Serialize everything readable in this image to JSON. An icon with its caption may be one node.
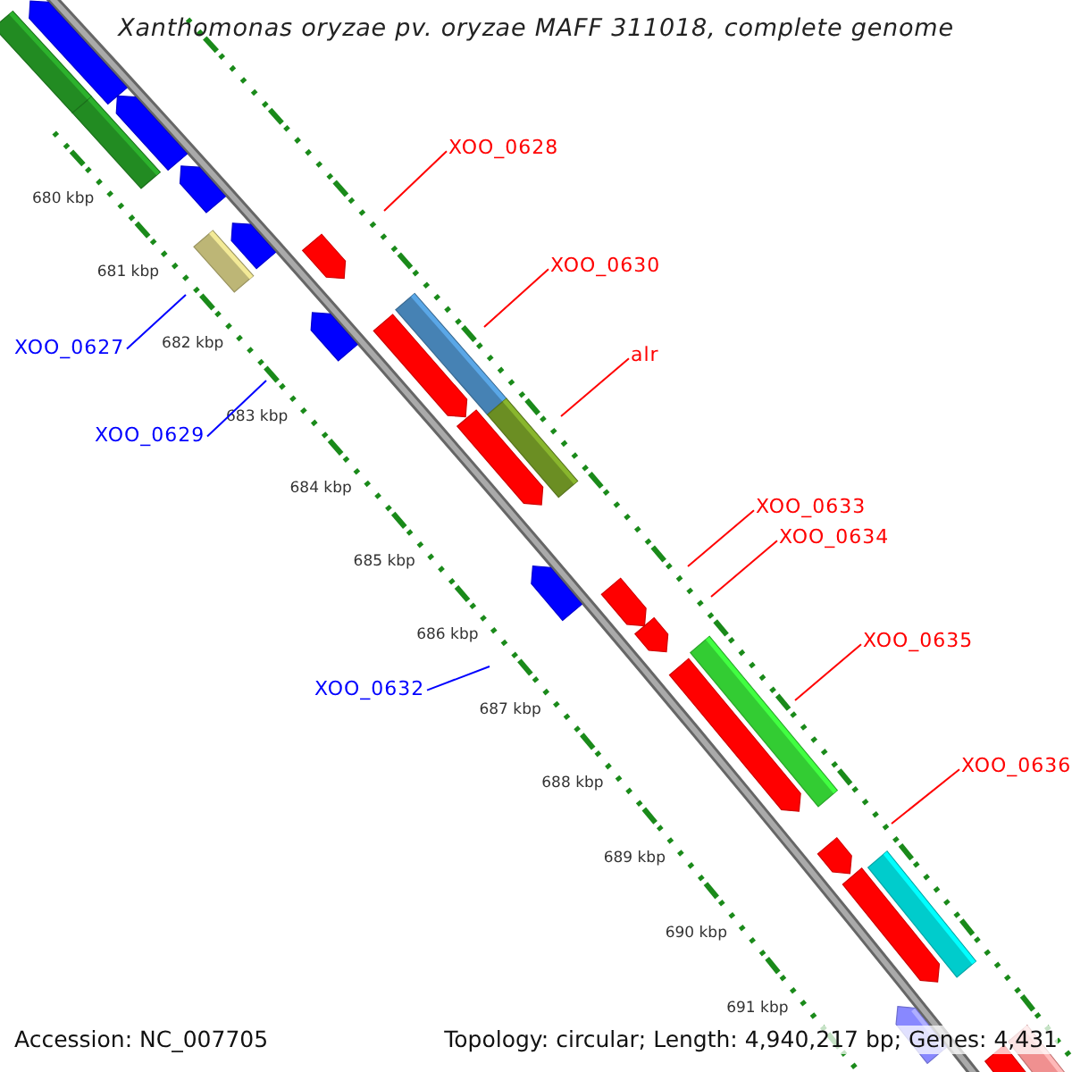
{
  "diagram": {
    "title": "Xanthomonas oryzae pv. oryzae MAFF 311018, complete genome",
    "nodes": [
      {
        "text": [
          "XOO_0628"
        ]
      },
      {
        "text": [
          "XOO_0630"
        ]
      },
      {
        "text": [
          "XOO_0627"
        ]
      },
      {
        "text": [
          "alr"
        ]
      },
      {
        "text": [
          "XOO_0629"
        ]
      },
      {
        "text": [
          "XOO_0633"
        ]
      },
      {
        "text": [
          "XOO_0634"
        ]
      },
      {
        "text": [
          "XOO_0635"
        ]
      },
      {
        "text": [
          "XOO_0632"
        ]
      },
      {
        "text": [
          "XOO_0636"
        ]
      }
    ],
    "edges": [
      {
        "from": 0,
        "to": null,
        "arrow": "none"
      },
      {
        "from": 1,
        "to": null,
        "arrow": "none"
      },
      {
        "from": 2,
        "to": null,
        "arrow": "none",
        "color": "#0000ff"
      },
      {
        "from": 3,
        "to": null,
        "arrow": "none"
      },
      {
        "from": 4,
        "to": null,
        "arrow": "none",
        "color": "#0000ff"
      },
      {
        "from": 5,
        "to": null,
        "arrow": "none"
      },
      {
        "from": 6,
        "to": null,
        "arrow": "none"
      },
      {
        "from": 7,
        "to": null,
        "arrow": "none"
      },
      {
        "from": 8,
        "to": null,
        "arrow": "none",
        "color": "#0000ff"
      },
      {
        "from": 9,
        "to": null,
        "arrow": "none"
      }
    ],
    "labels": [
      "680 kbp",
      "681 kbp",
      "682 kbp",
      "683 kbp",
      "684 kbp",
      "685 kbp",
      "686 kbp",
      "687 kbp",
      "688 kbp",
      "689 kbp",
      "690 kbp",
      "691 kbp",
      "Accession: NC_007705",
      "Topology: circular; Length: 4,940,217 bp; Genes: 4,431"
    ]
  }
}
